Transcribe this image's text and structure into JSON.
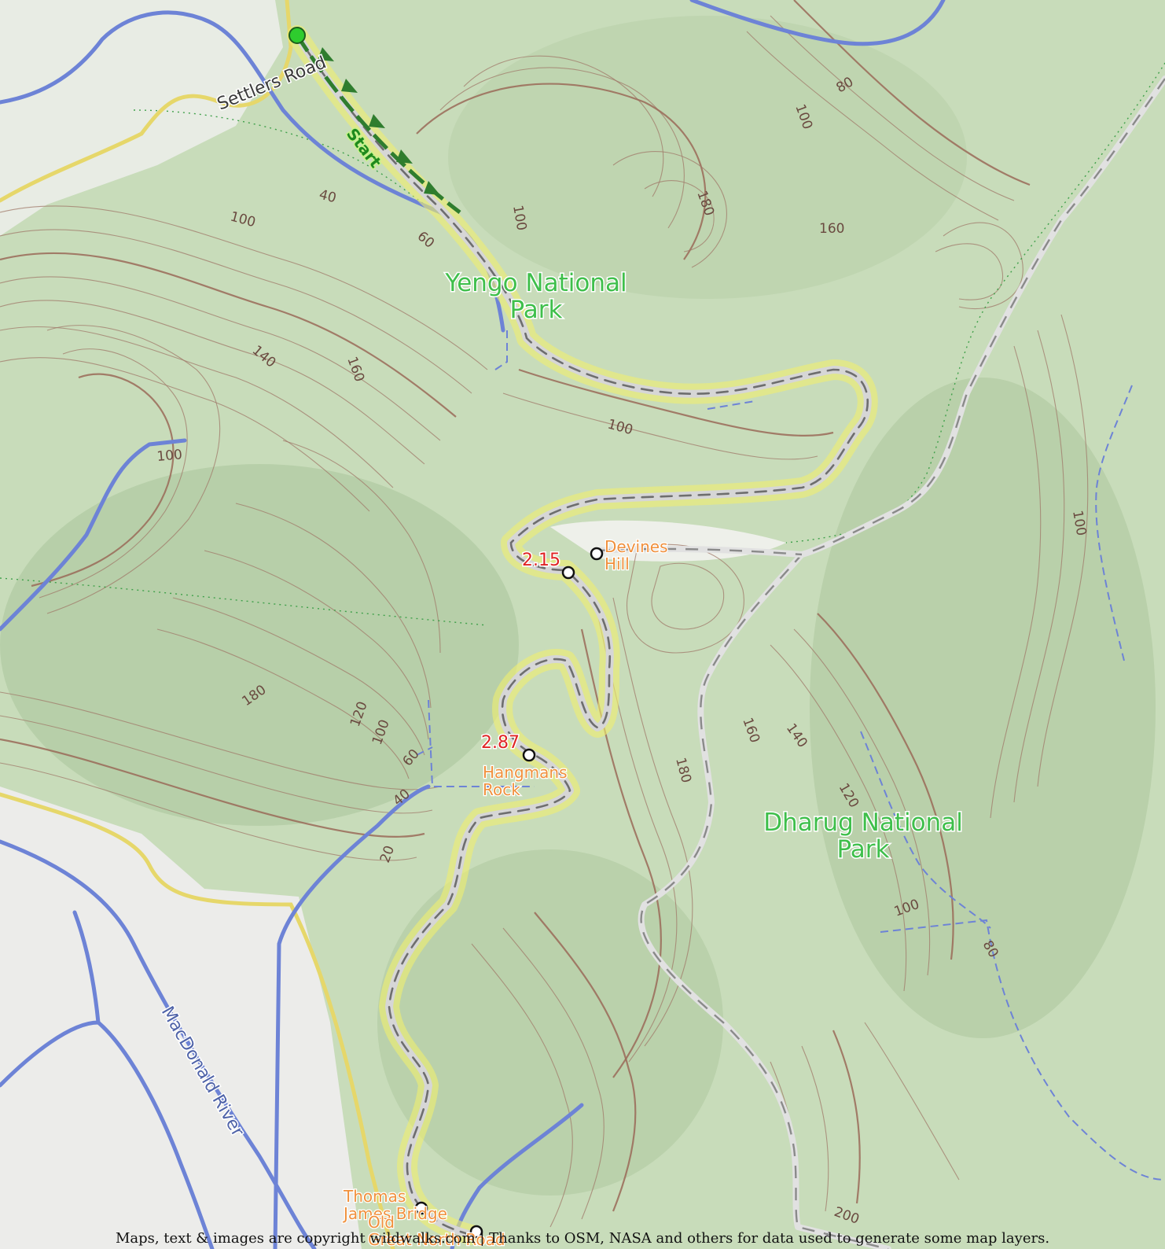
{
  "map": {
    "park_labels": [
      "Yengo National Park",
      "Dharug National Park"
    ],
    "road_labels": [
      "Settlers Road"
    ],
    "river_labels": [
      "MacDonald River"
    ],
    "start_label": "Start",
    "waypoints": [
      {
        "distance": "2.15",
        "name": "Devines Hill"
      },
      {
        "distance": "2.87",
        "name": "Hangmans Rock"
      },
      {
        "distance": "",
        "name": "Thomas James Bridge"
      },
      {
        "distance": "",
        "name": "Old Great North Road"
      }
    ],
    "contour_labels": [
      "80",
      "100",
      "180",
      "160",
      "100",
      "40",
      "100",
      "60",
      "140",
      "160",
      "100",
      "100",
      "100",
      "180",
      "120",
      "100",
      "60",
      "40",
      "20",
      "180",
      "160",
      "140",
      "120",
      "100",
      "80",
      "200"
    ],
    "colors": {
      "terrain": "#c5d9b6",
      "contour": "#9a6a58",
      "river": "#6d83d6",
      "trail_highlight": "#f0ee70",
      "park_label": "#3fbf4b",
      "poi_label": "#f0903c",
      "distance_label": "#e02424",
      "start_marker": "#2ecc2e"
    }
  },
  "footer": {
    "copyright": "Maps, text & images are copyright wildwalks.com | Thanks to OSM, NASA and others for data used to generate some map layers."
  }
}
